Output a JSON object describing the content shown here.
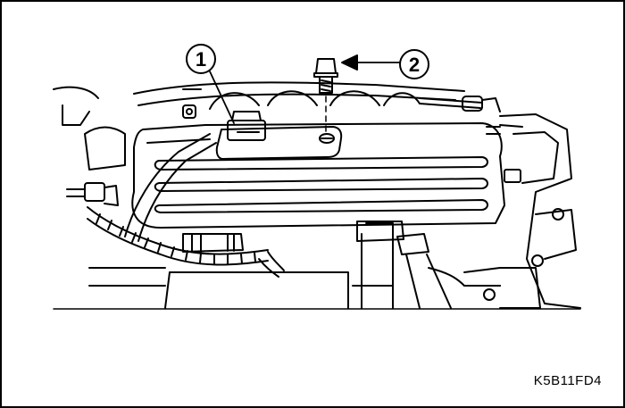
{
  "figure": {
    "code": "K5B11FD4",
    "callouts": [
      {
        "number": "1"
      },
      {
        "number": "2"
      }
    ]
  }
}
